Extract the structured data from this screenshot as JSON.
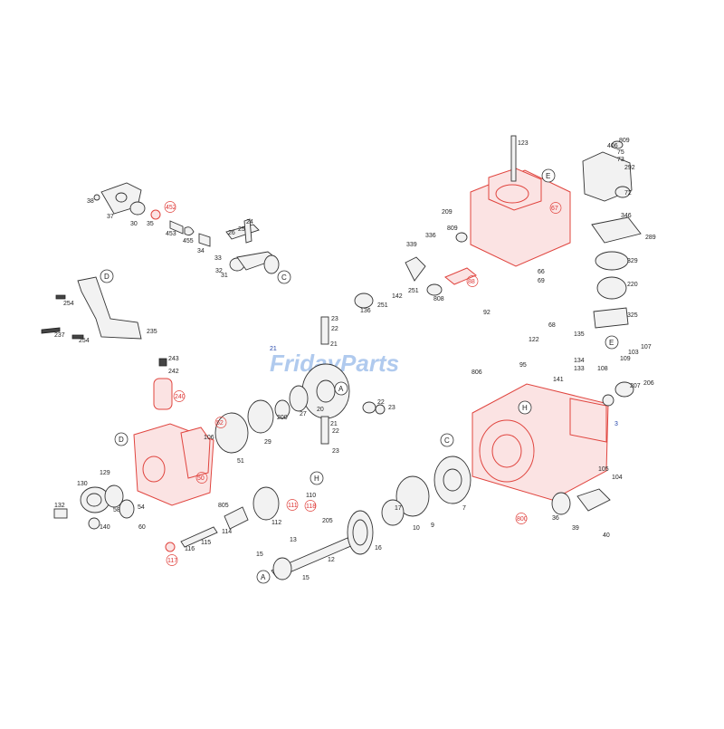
{
  "watermark": "FridayParts",
  "assembly_refs": [
    {
      "letter": "C"
    },
    {
      "letter": "D"
    },
    {
      "letter": "D"
    },
    {
      "letter": "E"
    },
    {
      "letter": "E"
    },
    {
      "letter": "A"
    },
    {
      "letter": "A"
    },
    {
      "letter": "C"
    },
    {
      "letter": "H"
    },
    {
      "letter": "H"
    }
  ],
  "part_labels": [
    {
      "text": "123"
    },
    {
      "text": "809"
    },
    {
      "text": "406"
    },
    {
      "text": "75"
    },
    {
      "text": "73"
    },
    {
      "text": "292"
    },
    {
      "text": "72"
    },
    {
      "text": "346"
    },
    {
      "text": "289"
    },
    {
      "text": "329"
    },
    {
      "text": "220"
    },
    {
      "text": "325"
    },
    {
      "text": "67",
      "color": "red"
    },
    {
      "text": "209"
    },
    {
      "text": "809"
    },
    {
      "text": "336"
    },
    {
      "text": "339"
    },
    {
      "text": "66"
    },
    {
      "text": "69"
    },
    {
      "text": "88",
      "color": "red"
    },
    {
      "text": "808"
    },
    {
      "text": "251"
    },
    {
      "text": "142"
    },
    {
      "text": "251"
    },
    {
      "text": "136"
    },
    {
      "text": "92"
    },
    {
      "text": "68"
    },
    {
      "text": "122"
    },
    {
      "text": "135"
    },
    {
      "text": "95"
    },
    {
      "text": "806"
    },
    {
      "text": "134"
    },
    {
      "text": "133"
    },
    {
      "text": "141"
    },
    {
      "text": "103"
    },
    {
      "text": "107"
    },
    {
      "text": "109"
    },
    {
      "text": "108"
    },
    {
      "text": "206"
    },
    {
      "text": "207"
    },
    {
      "text": "3",
      "color": "blue"
    },
    {
      "text": "38"
    },
    {
      "text": "37"
    },
    {
      "text": "30"
    },
    {
      "text": "35"
    },
    {
      "text": "452",
      "color": "red"
    },
    {
      "text": "453"
    },
    {
      "text": "455"
    },
    {
      "text": "34"
    },
    {
      "text": "26"
    },
    {
      "text": "25"
    },
    {
      "text": "24"
    },
    {
      "text": "33"
    },
    {
      "text": "32"
    },
    {
      "text": "31"
    },
    {
      "text": "254"
    },
    {
      "text": "237"
    },
    {
      "text": "254"
    },
    {
      "text": "235"
    },
    {
      "text": "23"
    },
    {
      "text": "22"
    },
    {
      "text": "21"
    },
    {
      "text": "21",
      "color": "blue"
    },
    {
      "text": "27"
    },
    {
      "text": "20"
    },
    {
      "text": "22"
    },
    {
      "text": "23"
    },
    {
      "text": "21"
    },
    {
      "text": "22"
    },
    {
      "text": "23"
    },
    {
      "text": "243"
    },
    {
      "text": "242"
    },
    {
      "text": "240",
      "color": "red"
    },
    {
      "text": "106"
    },
    {
      "text": "52",
      "color": "red"
    },
    {
      "text": "200"
    },
    {
      "text": "29"
    },
    {
      "text": "51"
    },
    {
      "text": "50",
      "color": "red"
    },
    {
      "text": "130"
    },
    {
      "text": "129"
    },
    {
      "text": "132"
    },
    {
      "text": "140"
    },
    {
      "text": "58"
    },
    {
      "text": "54"
    },
    {
      "text": "60"
    },
    {
      "text": "805"
    },
    {
      "text": "116"
    },
    {
      "text": "115"
    },
    {
      "text": "114"
    },
    {
      "text": "117",
      "color": "red"
    },
    {
      "text": "112"
    },
    {
      "text": "111",
      "color": "red"
    },
    {
      "text": "110"
    },
    {
      "text": "118",
      "color": "red"
    },
    {
      "text": "13"
    },
    {
      "text": "15"
    },
    {
      "text": "15"
    },
    {
      "text": "12"
    },
    {
      "text": "205"
    },
    {
      "text": "16"
    },
    {
      "text": "17"
    },
    {
      "text": "10"
    },
    {
      "text": "9"
    },
    {
      "text": "7"
    },
    {
      "text": "800",
      "color": "red"
    },
    {
      "text": "105"
    },
    {
      "text": "104"
    },
    {
      "text": "36"
    },
    {
      "text": "39"
    },
    {
      "text": "40"
    }
  ]
}
